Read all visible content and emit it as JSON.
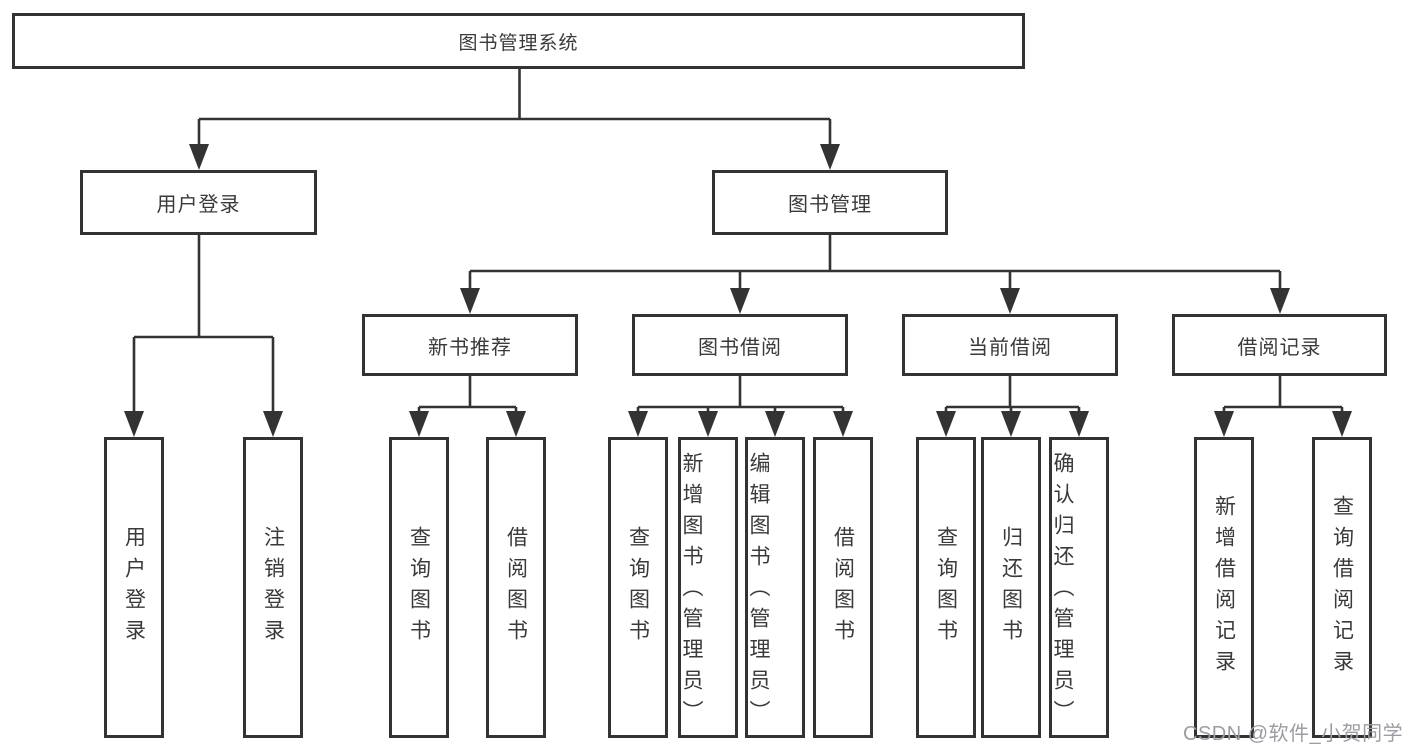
{
  "diagram": {
    "root": {
      "label": "图书管理系统"
    },
    "branches": [
      {
        "label": "用户登录",
        "children": [
          {
            "label": "用户登录"
          },
          {
            "label": "注销登录"
          }
        ]
      },
      {
        "label": "图书管理",
        "children": [
          {
            "label": "新书推荐",
            "children": [
              {
                "label": "查询图书"
              },
              {
                "label": "借阅图书"
              }
            ]
          },
          {
            "label": "图书借阅",
            "children": [
              {
                "label": "查询图书"
              },
              {
                "label": "新增图书（管理员）"
              },
              {
                "label": "编辑图书（管理员）"
              },
              {
                "label": "借阅图书"
              }
            ]
          },
          {
            "label": "当前借阅",
            "children": [
              {
                "label": "查询图书"
              },
              {
                "label": "归还图书"
              },
              {
                "label": "确认归还（管理员）"
              }
            ]
          },
          {
            "label": "借阅记录",
            "children": [
              {
                "label": "新增借阅记录"
              },
              {
                "label": "查询借阅记录"
              }
            ]
          }
        ]
      }
    ]
  },
  "watermark": {
    "text": "CSDN @软件_小贺同学"
  },
  "colors": {
    "line": "#333333",
    "text": "#3a3a3a",
    "watermark": "#9c9ca3",
    "background": "#ffffff"
  }
}
